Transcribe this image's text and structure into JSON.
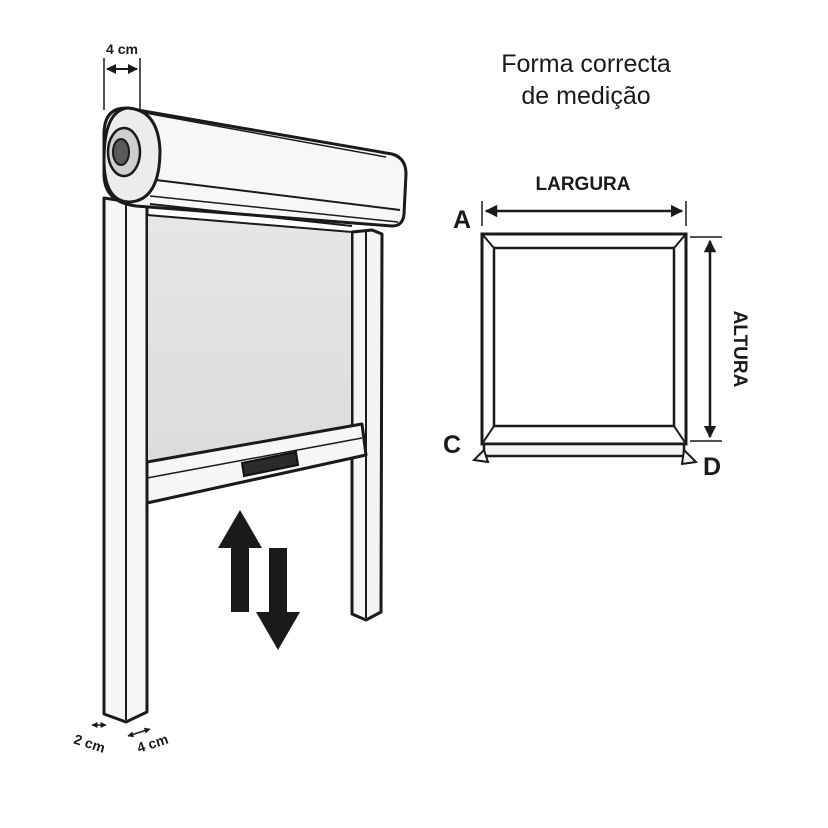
{
  "left_diagram": {
    "top_width_label": "4 cm",
    "bottom_left_label": "2 cm",
    "bottom_right_label": "4 cm"
  },
  "right_diagram": {
    "title_line1": "Forma correcta",
    "title_line2": "de medição",
    "width_label": "LARGURA",
    "height_label": "ALTURA",
    "corner_a": "A",
    "corner_c": "C",
    "corner_d": "D"
  },
  "icons": [
    "up-down-arrows-icon",
    "dimension-arrow-icon"
  ]
}
